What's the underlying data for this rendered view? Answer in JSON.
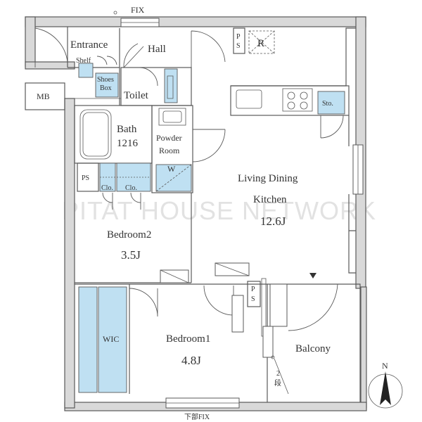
{
  "labels": {
    "fix_top": "FIX",
    "fix_bottom": "下部FIX",
    "entrance": "Entrance",
    "hall": "Hall",
    "shelf": "Shelf",
    "shoes_box_1": "Shoes",
    "shoes_box_2": "Box",
    "toilet": "Toilet",
    "mb": "MB",
    "ps_top": "P",
    "ps_top2": "S",
    "r": "R",
    "bath": "Bath",
    "bath_size": "1216",
    "powder_room_1": "Powder",
    "powder_room_2": "Room",
    "w": "W",
    "ps_left": "PS",
    "clo_1": "Clo.",
    "clo_2": "Clo.",
    "sto": "Sto.",
    "ldk_1": "Living Dining",
    "ldk_2": "Kitchen",
    "ldk_size": "12.6J",
    "bedroom2": "Bedroom2",
    "bedroom2_size": "3.5J",
    "ps_mid": "P",
    "ps_mid2": "S",
    "wic": "WIC",
    "bedroom1": "Bedroom1",
    "bedroom1_size": "4.8J",
    "balcony": "Balcony",
    "step_1": "2",
    "step_2": "段",
    "north": "N",
    "watermark": "PITAT HOUSE NETWORK"
  },
  "colors": {
    "wall": "#d9d9d9",
    "line": "#595959",
    "closet_fill": "#bfe0f2"
  }
}
